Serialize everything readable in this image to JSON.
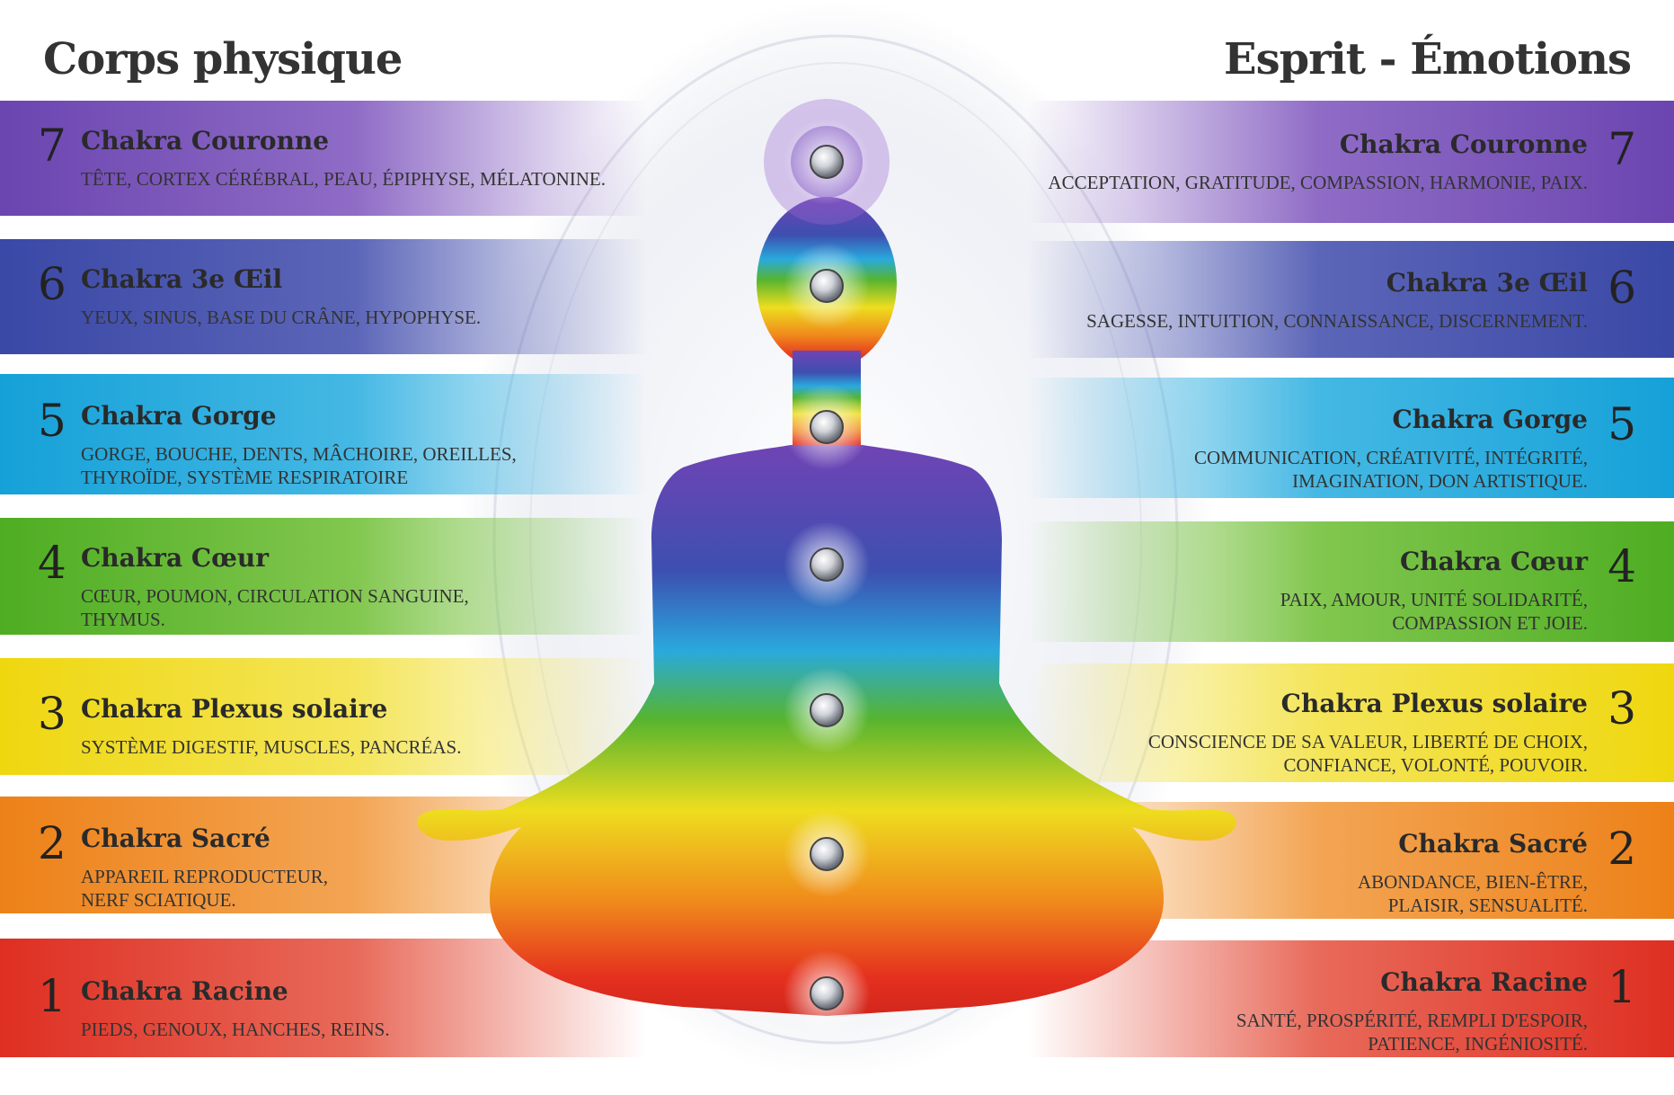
{
  "headings": {
    "left": "Corps physique",
    "right": "Esprit - Émotions"
  },
  "colors": {
    "c7": "#7a53b5",
    "c6": "#4652a8",
    "c5": "#1ea7da",
    "c4": "#5db62e",
    "c3": "#f0dc1c",
    "c2": "#ef8a1e",
    "c1": "#e23b2a"
  },
  "left": [
    {
      "num": "7",
      "name": "Chakra Couronne",
      "desc": "TÊTE, CORTEX CÉRÉBRAL, PEAU, ÉPIPHYSE, MÉLATONINE."
    },
    {
      "num": "6",
      "name": "Chakra 3e Œil",
      "desc": "YEUX, SINUS, BASE DU CRÂNE, HYPOPHYSE."
    },
    {
      "num": "5",
      "name": "Chakra Gorge",
      "desc": "GORGE, BOUCHE, DENTS, MÂCHOIRE, OREILLES,\nTHYROÏDE, SYSTÈME RESPIRATOIRE"
    },
    {
      "num": "4",
      "name": "Chakra Cœur",
      "desc": "CŒUR, POUMON, CIRCULATION SANGUINE,\nTHYMUS."
    },
    {
      "num": "3",
      "name": "Chakra Plexus solaire",
      "desc": "SYSTÈME DIGESTIF, MUSCLES, PANCRÉAS."
    },
    {
      "num": "2",
      "name": "Chakra Sacré",
      "desc": "APPAREIL REPRODUCTEUR,\nNERF SCIATIQUE."
    },
    {
      "num": "1",
      "name": "Chakra Racine",
      "desc": "PIEDS, GENOUX, HANCHES, REINS."
    }
  ],
  "right": [
    {
      "num": "7",
      "name": "Chakra Couronne",
      "desc": "ACCEPTATION, GRATITUDE, COMPASSION, HARMONIE, PAIX."
    },
    {
      "num": "6",
      "name": "Chakra 3e Œil",
      "desc": "SAGESSE, INTUITION, CONNAISSANCE, DISCERNEMENT."
    },
    {
      "num": "5",
      "name": "Chakra Gorge",
      "desc": "COMMUNICATION, CRÉATIVITÉ, INTÉGRITÉ,\nIMAGINATION, DON ARTISTIQUE."
    },
    {
      "num": "4",
      "name": "Chakra Cœur",
      "desc": "PAIX, AMOUR, UNITÉ SOLIDARITÉ,\nCOMPASSION ET JOIE."
    },
    {
      "num": "3",
      "name": "Chakra Plexus solaire",
      "desc": "CONSCIENCE DE SA VALEUR, LIBERTÉ DE CHOIX,\nCONFIANCE, VOLONTÉ, POUVOIR."
    },
    {
      "num": "2",
      "name": "Chakra Sacré",
      "desc": "ABONDANCE, BIEN-ÊTRE,\nPLAISIR, SENSUALITÉ."
    },
    {
      "num": "1",
      "name": "Chakra Racine",
      "desc": "SANTÉ, PROSPÉRITÉ, REMPLI D'ESPOIR,\nPATIENCE, INGÉNIOSITÉ."
    }
  ]
}
